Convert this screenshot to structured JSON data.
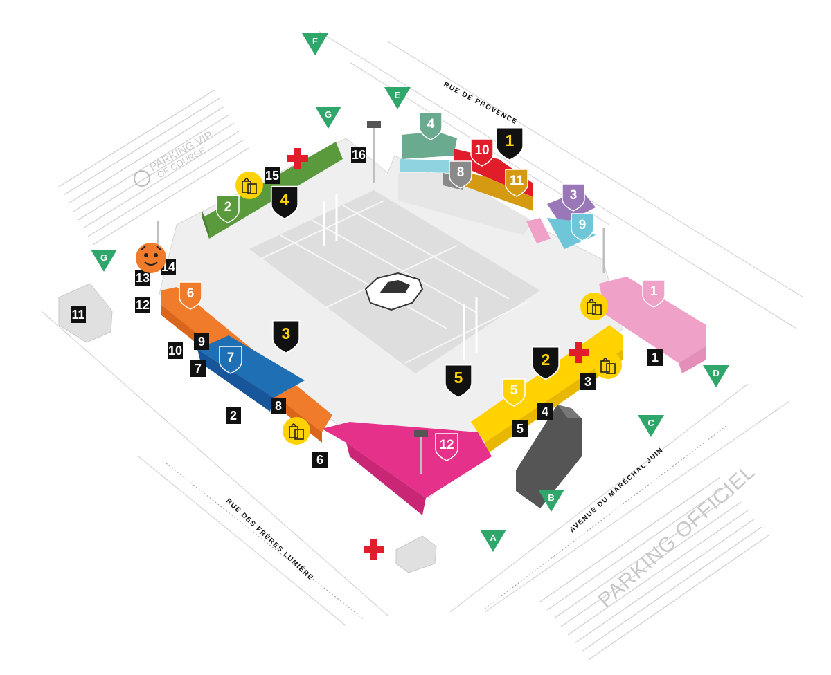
{
  "streets": {
    "north": "RUE DE PROVENCE",
    "east": "AVENUE DU MARÉCHAL JUIN",
    "southwest": "RUE DES FRÈRES LUMIÈRE"
  },
  "parkings": {
    "vip_line1": "PARKING VIP",
    "vip_line2": "OF COURSE",
    "official": "PARKING OFFICIEL"
  },
  "gates": [
    {
      "id": "gate-f",
      "label": "F"
    },
    {
      "id": "gate-e",
      "label": "E"
    },
    {
      "id": "gate-g-top",
      "label": "G"
    },
    {
      "id": "gate-g-left",
      "label": "G"
    },
    {
      "id": "gate-d",
      "label": "D"
    },
    {
      "id": "gate-c",
      "label": "C"
    },
    {
      "id": "gate-b",
      "label": "B"
    },
    {
      "id": "gate-a",
      "label": "A"
    }
  ],
  "stand_pins": [
    {
      "label": "4",
      "color": "#6aaa8e",
      "text_color": "#ffffff"
    },
    {
      "label": "1",
      "color": "#111111",
      "text_color": "#ffd200"
    },
    {
      "label": "10",
      "color": "#e11d2b",
      "text_color": "#ffffff"
    },
    {
      "label": "8",
      "color": "#8a8a8a",
      "text_color": "#ffffff"
    },
    {
      "label": "11",
      "color": "#d39a12",
      "text_color": "#ffffff"
    },
    {
      "label": "3",
      "color": "#9a78b8",
      "text_color": "#ffffff"
    },
    {
      "label": "9",
      "color": "#6ec6d8",
      "text_color": "#ffffff"
    },
    {
      "label": "1",
      "color": "#efa1c8",
      "text_color": "#ffffff"
    },
    {
      "label": "2",
      "color": "#111111",
      "text_color": "#ffd200"
    },
    {
      "label": "5",
      "color": "#ffd200",
      "text_color": "#ffffff"
    },
    {
      "label": "5",
      "color": "#111111",
      "text_color": "#ffd200"
    },
    {
      "label": "12",
      "color": "#e5318a",
      "text_color": "#ffffff"
    },
    {
      "label": "3",
      "color": "#111111",
      "text_color": "#ffd200"
    },
    {
      "label": "6",
      "color": "#ef7b2b",
      "text_color": "#ffffff"
    },
    {
      "label": "7",
      "color": "#1e6fb4",
      "text_color": "#ffffff"
    },
    {
      "label": "2",
      "color": "#5a9a3c",
      "text_color": "#ffffff"
    },
    {
      "label": "4",
      "color": "#111111",
      "text_color": "#ffd200"
    }
  ],
  "access_numbers": [
    "16",
    "15",
    "14",
    "13",
    "12",
    "11",
    "10",
    "9",
    "7",
    "2",
    "8",
    "6",
    "1",
    "3",
    "4",
    "5"
  ],
  "colors": {
    "gate_green": "#2fa66a",
    "first_aid_red": "#e11d2b",
    "shop_yellow": "#ffd200",
    "pitch": "#e4e4e4",
    "concourse": "#eeeeee"
  }
}
